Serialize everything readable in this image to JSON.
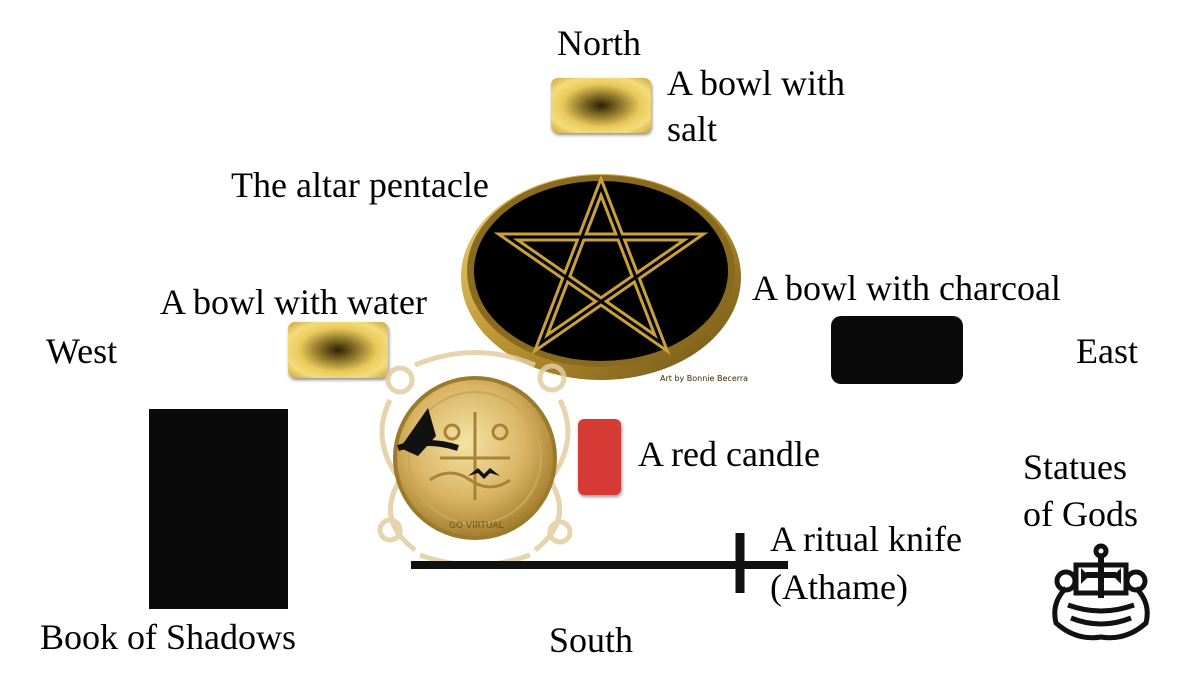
{
  "directions": {
    "north": "North",
    "south": "South",
    "east": "East",
    "west": "West"
  },
  "items": {
    "salt_bowl": "A bowl with salt",
    "pentacle": "The altar pentacle",
    "water_bowl": "A bowl with water",
    "charcoal_bowl": "A bowl with charcoal",
    "red_candle": "A red candle",
    "ritual_knife_line1": "A ritual knife",
    "ritual_knife_line2": "(Athame)",
    "statues_line1": "Statues",
    "statues_line2": "of Gods",
    "book": "Book of Shadows"
  },
  "marks": {
    "pentacle_credit": "Art by Bonnie Becerra",
    "seal_text": "GO VIRTUAL"
  },
  "colors": {
    "gold": "#e9c95a",
    "dark": "#0a0a0a",
    "candle": "#d63a34"
  }
}
